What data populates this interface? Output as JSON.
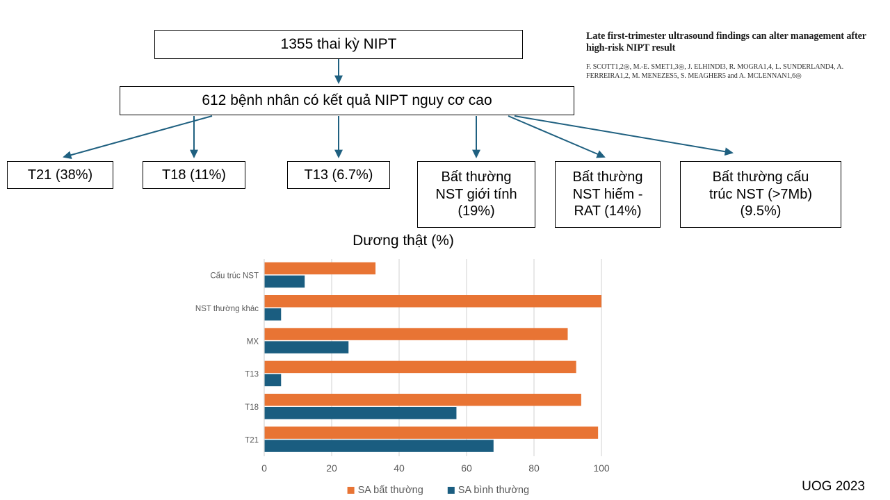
{
  "flowchart": {
    "top_node": "1355 thai kỳ NIPT",
    "second_node": "612 bệnh nhân có kết quả NIPT nguy cơ cao",
    "leaves": [
      {
        "label": "T21 (38%)"
      },
      {
        "label": "T18 (11%)"
      },
      {
        "label": "T13 (6.7%)"
      },
      {
        "label": "Bất thường\nNST giới tính\n(19%)"
      },
      {
        "label": "Bất thường\nNST hiếm -\nRAT (14%)"
      },
      {
        "label": "Bất thường cấu\ntrúc NST (>7Mb)\n(9.5%)"
      }
    ],
    "arrow_color": "#1F6080"
  },
  "paper": {
    "title": "Late first-trimester ultrasound findings can alter management after high-risk NIPT result",
    "authors": "F. SCOTT1,2◎, M.-E. SMET1,3◎, J. ELHINDI3, R. MOGRA1,4, L. SUNDERLAND4, A. FERREIRA1,2, M. MENEZES5, S. MEAGHER5 and A. MCLENNAN1,6◎"
  },
  "footer": {
    "credit": "UOG 2023"
  },
  "chart_data": {
    "type": "bar",
    "orientation": "horizontal",
    "title": "Dương thật (%)",
    "xlabel": "",
    "ylabel": "",
    "xlim": [
      0,
      100
    ],
    "xticks": [
      0,
      20,
      40,
      60,
      80,
      100
    ],
    "xticklabels": [
      "0",
      "20",
      "40",
      "60",
      "80",
      "100"
    ],
    "grid": true,
    "grid_axis": "x",
    "legend_position": "bottom",
    "categories": [
      "Cấu trúc NST",
      "NST thường khác",
      "MX",
      "T13",
      "T18",
      "T21"
    ],
    "series": [
      {
        "name": "SA bất thường",
        "color": "#E87434",
        "values": [
          33,
          100,
          90,
          92.5,
          94,
          99
        ]
      },
      {
        "name": "SA bình thường",
        "color": "#1A5D80",
        "values": [
          12,
          5,
          25,
          5,
          57,
          68
        ]
      }
    ]
  }
}
